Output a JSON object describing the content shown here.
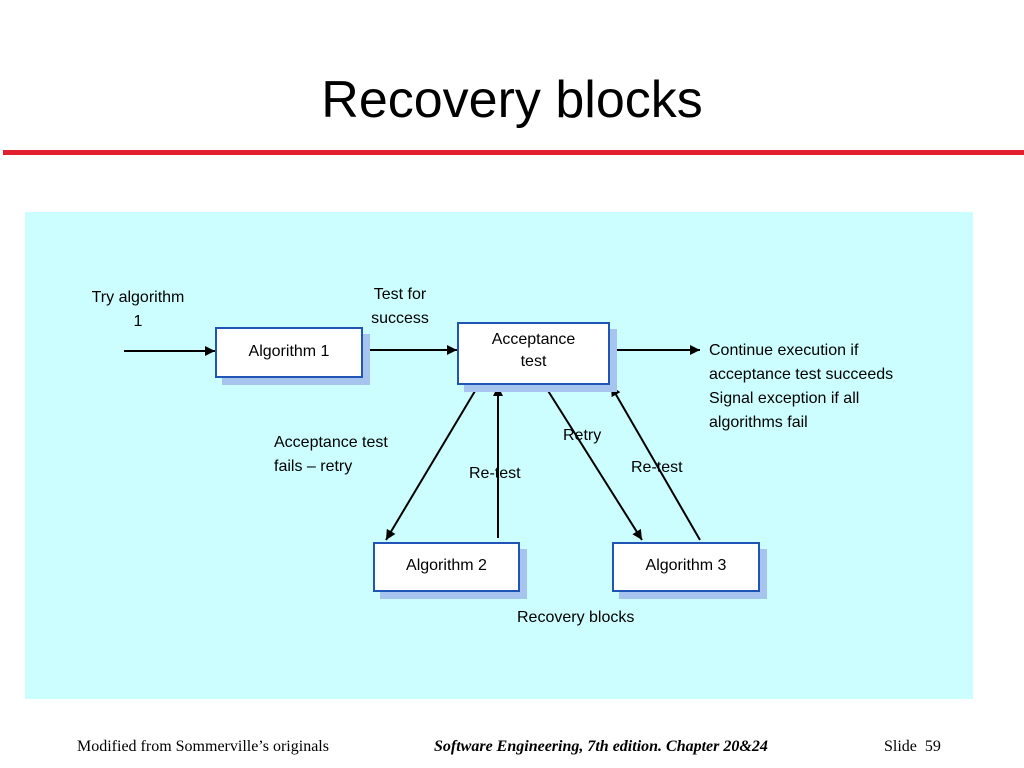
{
  "slide": {
    "title": "Recovery blocks",
    "accent_color": "#e0202e",
    "panel_color": "#ccfeff"
  },
  "diagram": {
    "boxes": {
      "algorithm1": "Algorithm 1",
      "acceptance_line1": "Acceptance",
      "acceptance_line2": "test",
      "algorithm2": "Algorithm 2",
      "algorithm3": "Algorithm 3"
    },
    "labels": {
      "try_line1": "Try algorithm",
      "try_line2": "1",
      "test_line1": "Test for",
      "test_line2": "success",
      "fails_line1": "Acceptance test",
      "fails_line2": "fails – retry",
      "retest_left": "Re-test",
      "retry": "Retry",
      "retest_right": "Re-test",
      "continue_line1": "Continue execution if",
      "continue_line2": "acceptance test succeeds",
      "continue_line3": "Signal exception if  all",
      "continue_line4": "algorithms fail",
      "caption": "Recovery blocks"
    }
  },
  "footer": {
    "left": "Modified from Sommerville’s originals",
    "center": "Software Engineering, 7th edition. Chapter 20&24",
    "slide_label": "Slide",
    "slide_number": "59"
  }
}
